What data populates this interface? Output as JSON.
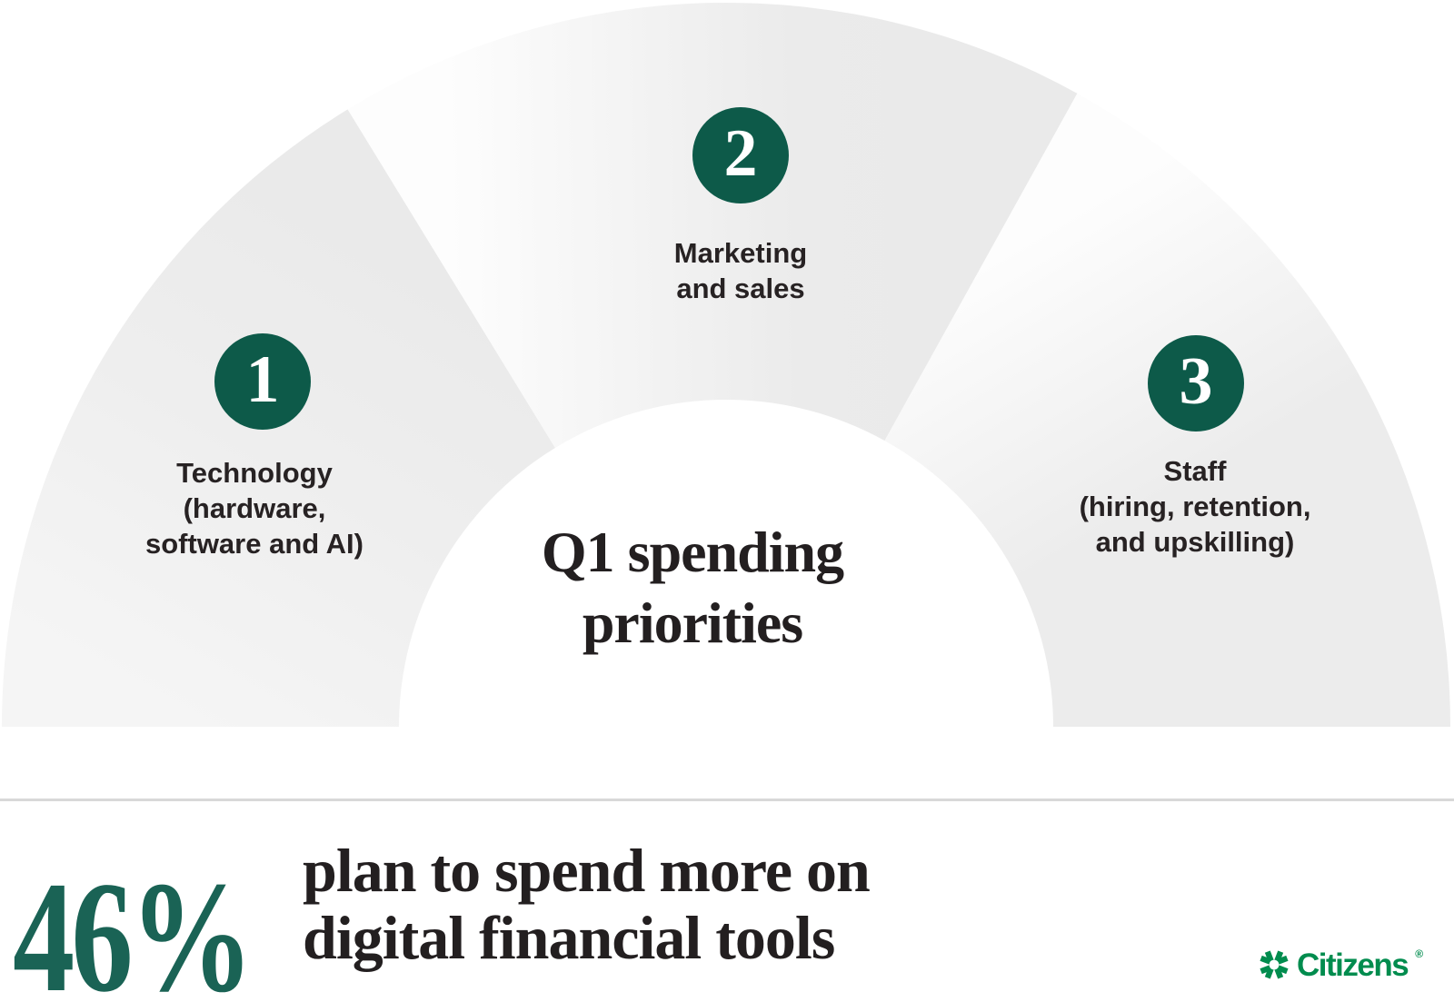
{
  "chart_data": {
    "type": "pie",
    "subtype": "semicircular-gauge-ranking",
    "title": "Q1 spending priorities",
    "categories": [
      "Technology (hardware, software and AI)",
      "Marketing and sales",
      "Staff (hiring, retention, and upskilling)"
    ],
    "ranks": [
      1,
      2,
      3
    ],
    "values": [
      60,
      60,
      60
    ],
    "value_unit": "degrees (equal thirds of a 180° semicircle)",
    "legend_position": "none",
    "annotation": "46% plan to spend more on digital financial tools"
  },
  "gauge": {
    "center_title_lines": [
      "Q1 spending",
      "priorities"
    ],
    "segments": [
      {
        "rank": "1",
        "lines": [
          "Technology",
          "(hardware,",
          "software and AI)"
        ]
      },
      {
        "rank": "2",
        "lines": [
          "Marketing",
          "and sales",
          ""
        ]
      },
      {
        "rank": "3",
        "lines": [
          "Staff",
          "(hiring, retention,",
          "and upskilling)"
        ]
      }
    ]
  },
  "stat": {
    "value": "46%",
    "lines": [
      "plan to spend more on",
      "digital financial tools"
    ]
  },
  "brand": {
    "name": "Citizens",
    "registered_mark": "®"
  },
  "colors": {
    "badge_green": "#0D5A49",
    "stat_green": "#1A6355",
    "logo_green": "#008C4E",
    "text_dark": "#231F20",
    "divider_gray": "#D8D8D8",
    "wedge_gray_dark": "#EBEBEB",
    "wedge_gray_light": "#FDFDFD",
    "background": "#FFFFFF"
  }
}
